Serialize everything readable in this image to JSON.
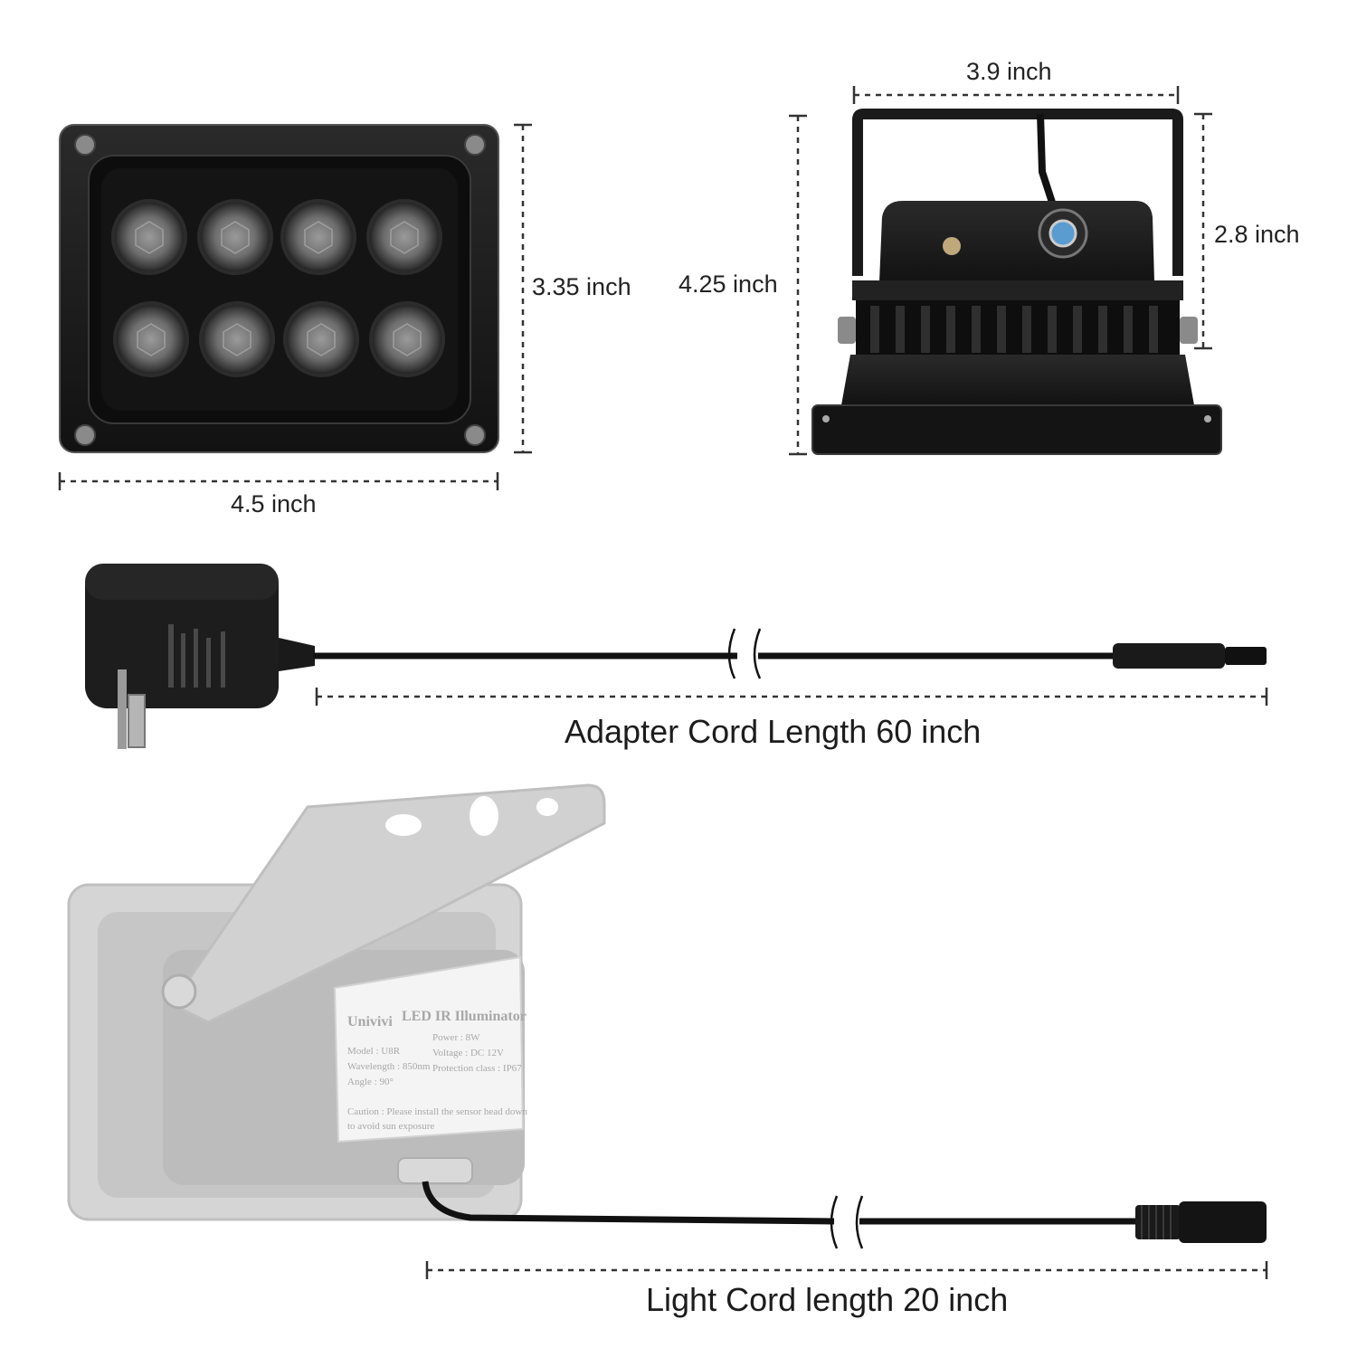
{
  "dimensions": {
    "front_width": "4.5 inch",
    "front_height": "3.35 inch",
    "side_width": "3.9 inch",
    "side_total_height": "4.25 inch",
    "side_body_height": "2.8 inch"
  },
  "captions": {
    "adapter": "Adapter Cord Length 60 inch",
    "light": "Light Cord length 20 inch"
  },
  "product_label": {
    "brand": "Univivi",
    "title": "LED IR Illuminator",
    "model": "Model : U8R",
    "wavelength": "Wavelength : 850nm",
    "angle": "Angle : 90°",
    "power": "Power : 8W",
    "voltage": "Voltage : DC 12V",
    "protection": "Protection class : IP67",
    "caution": "Caution : Please install the sensor head down",
    "caution2": "to avoid sun exposure"
  },
  "colors": {
    "housing": "#1b1b1b",
    "cable": "#111111",
    "ghost": "#c9c9c9",
    "dimension_line": "#333333"
  }
}
